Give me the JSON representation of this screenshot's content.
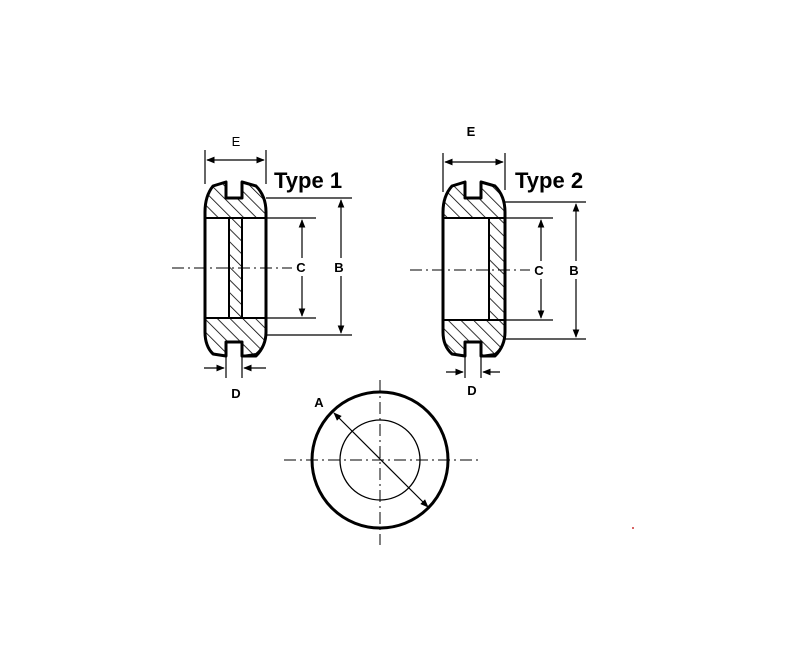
{
  "type1": {
    "title": "Type 1",
    "dim_e": "E",
    "dim_b": "B",
    "dim_c": "C",
    "dim_d": "D"
  },
  "type2": {
    "title": "Type 2",
    "dim_e": "E",
    "dim_b": "B",
    "dim_c": "C",
    "dim_d": "D"
  },
  "top_view": {
    "dim_a": "A"
  }
}
